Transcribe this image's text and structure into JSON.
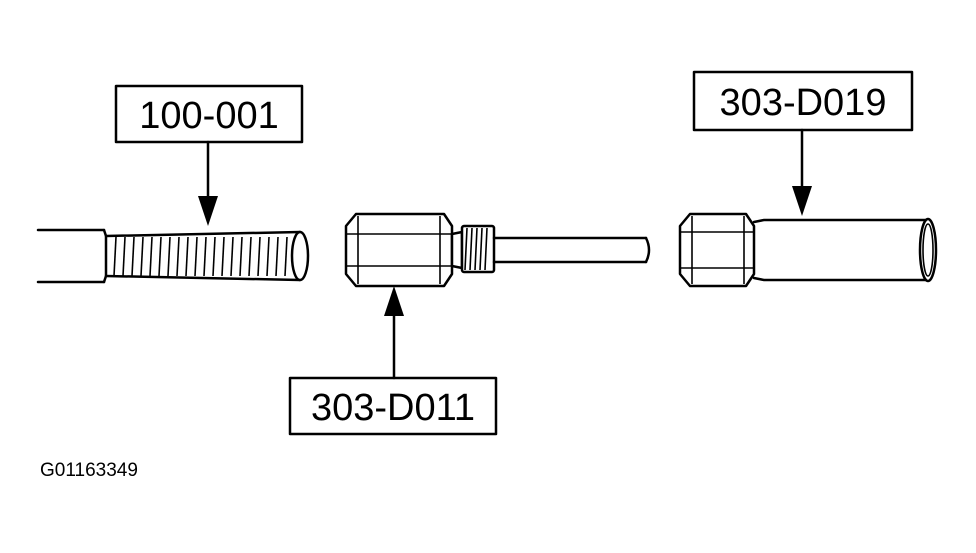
{
  "callouts": [
    {
      "id": "left",
      "label": "100-001"
    },
    {
      "id": "middle",
      "label": "303-D011"
    },
    {
      "id": "right",
      "label": "303-D019"
    }
  ],
  "figure_id": "G01163349"
}
